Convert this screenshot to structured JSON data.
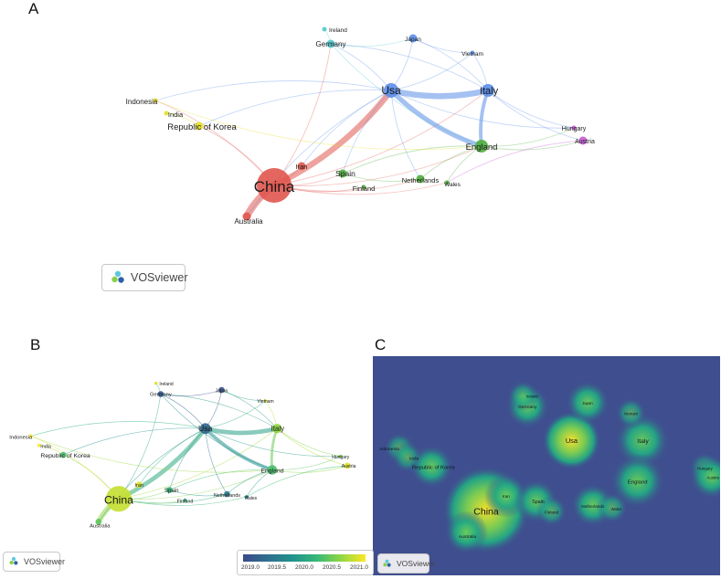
{
  "panels": {
    "a": {
      "letter": "A"
    },
    "b": {
      "letter": "B"
    },
    "c": {
      "letter": "C"
    }
  },
  "badge_label": "VOSviewer",
  "legend": {
    "ticks": [
      "2019.0",
      "2019.5",
      "2020.0",
      "2020.5",
      "2021.0"
    ]
  },
  "colors": {
    "red": "#e0574f",
    "green": "#4fae3d",
    "blue": "#5b8ee8",
    "cyan": "#52c8cf",
    "yellow": "#e6e026",
    "magenta": "#c85ad6",
    "density_bg": "#3f4e8f"
  },
  "nodes": [
    {
      "id": "china",
      "label": "China",
      "cluster": "red",
      "weight": 10,
      "year": 2020.8
    },
    {
      "id": "usa",
      "label": "Usa",
      "cluster": "blue",
      "weight": 5,
      "year": 2019.3
    },
    {
      "id": "italy",
      "label": "Italy",
      "cluster": "blue",
      "weight": 4,
      "year": 2020.6
    },
    {
      "id": "england",
      "label": "England",
      "cluster": "green",
      "weight": 4,
      "year": 2020.3
    },
    {
      "id": "germany",
      "label": "Germany",
      "cluster": "cyan",
      "weight": 2,
      "year": 2019.2
    },
    {
      "id": "japan",
      "label": "Japan",
      "cluster": "blue",
      "weight": 2,
      "year": 2019.1
    },
    {
      "id": "ireland",
      "label": "Ireland",
      "cluster": "cyan",
      "weight": 1,
      "year": 2020.9
    },
    {
      "id": "vietnam",
      "label": "Vietnam",
      "cluster": "blue",
      "weight": 1,
      "year": 2020.9
    },
    {
      "id": "indonesia",
      "label": "Indonesia",
      "cluster": "yellow",
      "weight": 1,
      "year": 2021.0
    },
    {
      "id": "india",
      "label": "India",
      "cluster": "yellow",
      "weight": 1,
      "year": 2021.0
    },
    {
      "id": "korea",
      "label": "Republic of Korea",
      "cluster": "yellow",
      "weight": 2,
      "year": 2020.3
    },
    {
      "id": "iran",
      "label": "Iran",
      "cluster": "red",
      "weight": 2,
      "year": 2020.9
    },
    {
      "id": "spain",
      "label": "Spain",
      "cluster": "green",
      "weight": 2,
      "year": 2020.2
    },
    {
      "id": "finland",
      "label": "Finland",
      "cluster": "green",
      "weight": 1,
      "year": 2020.1
    },
    {
      "id": "netherlands",
      "label": "Netherlands",
      "cluster": "green",
      "weight": 2,
      "year": 2019.5
    },
    {
      "id": "wales",
      "label": "Wales",
      "cluster": "green",
      "weight": 1,
      "year": 2019.6
    },
    {
      "id": "hungary",
      "label": "Hungary",
      "cluster": "magenta",
      "weight": 1,
      "year": 2020.5
    },
    {
      "id": "austria",
      "label": "Austria",
      "cluster": "magenta",
      "weight": 2,
      "year": 2020.9
    },
    {
      "id": "australia",
      "label": "Australia",
      "cluster": "red",
      "weight": 2,
      "year": 2020.4
    }
  ],
  "edges": [
    [
      "china",
      "usa",
      5
    ],
    [
      "china",
      "australia",
      6
    ],
    [
      "china",
      "iran",
      2
    ],
    [
      "china",
      "spain",
      2
    ],
    [
      "china",
      "england",
      2
    ],
    [
      "china",
      "netherlands",
      1
    ],
    [
      "china",
      "korea",
      1
    ],
    [
      "china",
      "indonesia",
      1
    ],
    [
      "china",
      "germany",
      1
    ],
    [
      "china",
      "italy",
      1
    ],
    [
      "china",
      "finland",
      1
    ],
    [
      "china",
      "wales",
      1
    ],
    [
      "usa",
      "italy",
      5
    ],
    [
      "usa",
      "england",
      4
    ],
    [
      "usa",
      "germany",
      2
    ],
    [
      "usa",
      "japan",
      2
    ],
    [
      "usa",
      "vietnam",
      1
    ],
    [
      "usa",
      "korea",
      1
    ],
    [
      "usa",
      "spain",
      1
    ],
    [
      "usa",
      "netherlands",
      1
    ],
    [
      "usa",
      "hungary",
      1
    ],
    [
      "usa",
      "iran",
      1
    ],
    [
      "usa",
      "australia",
      1
    ],
    [
      "usa",
      "indonesia",
      1
    ],
    [
      "italy",
      "england",
      3
    ],
    [
      "italy",
      "germany",
      1
    ],
    [
      "italy",
      "hungary",
      1
    ],
    [
      "italy",
      "austria",
      1
    ],
    [
      "italy",
      "japan",
      1
    ],
    [
      "italy",
      "vietnam",
      1
    ],
    [
      "england",
      "spain",
      1
    ],
    [
      "england",
      "netherlands",
      1
    ],
    [
      "england",
      "austria",
      1
    ],
    [
      "england",
      "hungary",
      1
    ],
    [
      "england",
      "wales",
      1
    ],
    [
      "germany",
      "ireland",
      1
    ],
    [
      "germany",
      "japan",
      1
    ],
    [
      "germany",
      "england",
      1
    ],
    [
      "korea",
      "india",
      1
    ],
    [
      "indonesia",
      "england",
      1
    ],
    [
      "spain",
      "netherlands",
      1
    ],
    [
      "austria",
      "wales",
      1
    ],
    [
      "japan",
      "vietnam",
      1
    ]
  ]
}
